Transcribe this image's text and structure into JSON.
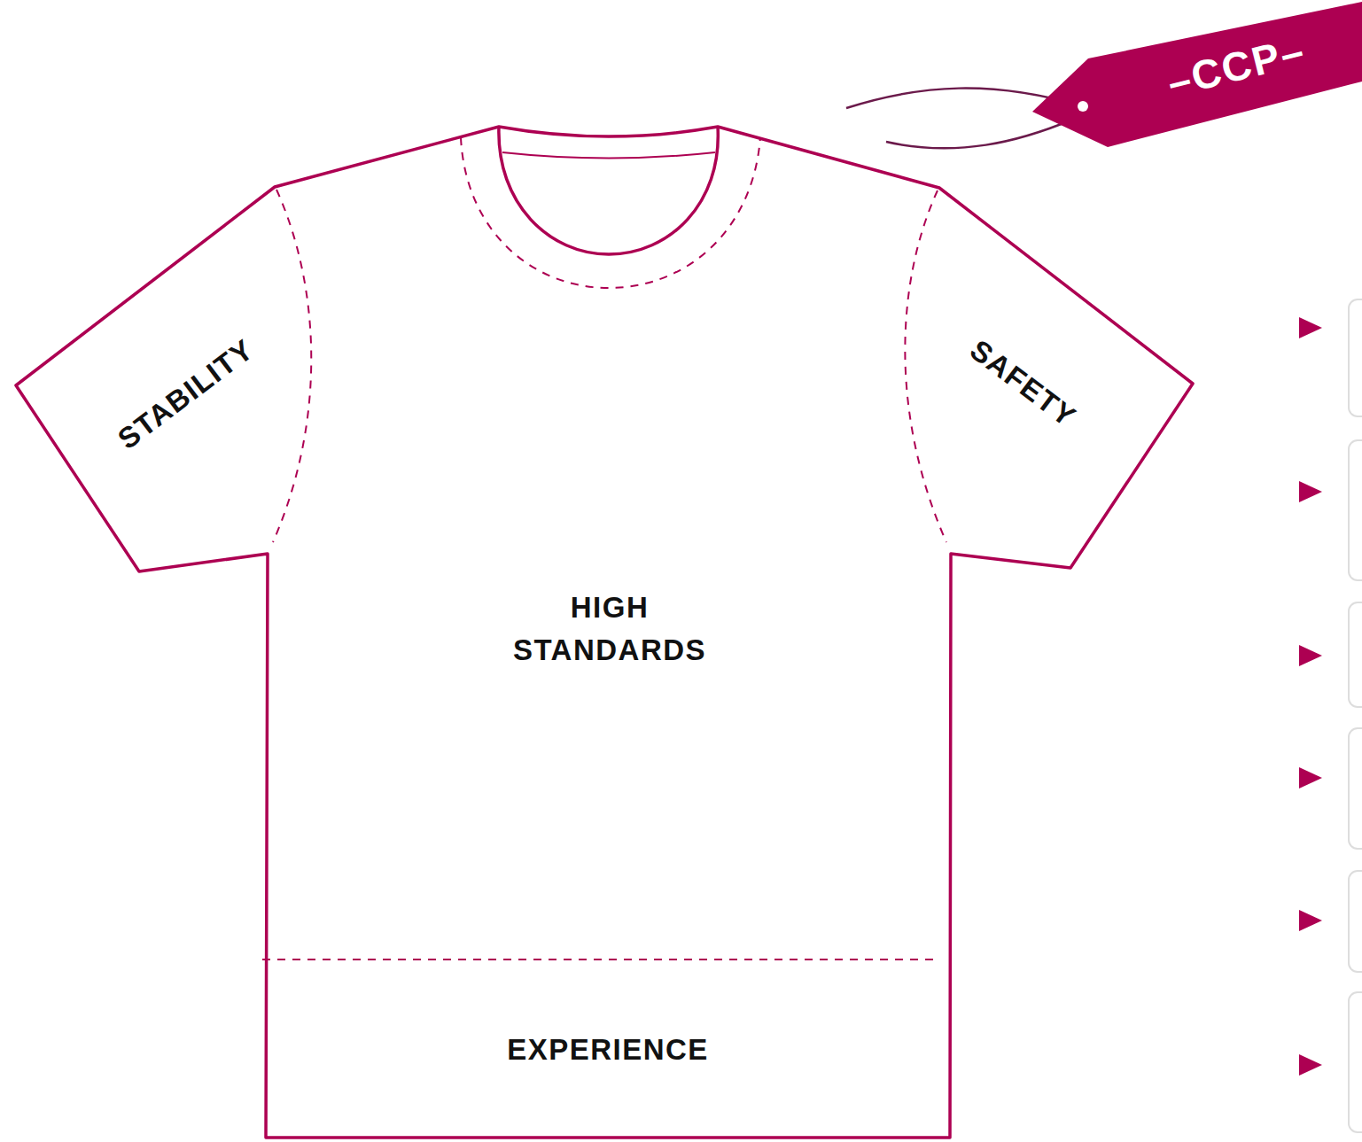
{
  "diagram": {
    "nodes": [
      {
        "text": [
          "STABILITY"
        ]
      },
      {
        "text": [
          "SAFETY"
        ]
      },
      {
        "text": [
          "HIGH STANDARDS"
        ]
      },
      {
        "text": [
          "EXPERIENCE"
        ]
      },
      {
        "text": [
          "–CCP–"
        ]
      }
    ]
  }
}
